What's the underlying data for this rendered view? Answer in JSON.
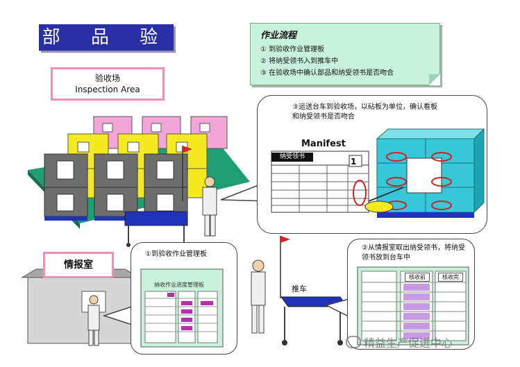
{
  "title": "部 品 验 收",
  "workflow": {
    "title": "作业流程",
    "steps": [
      "① 到验收作业管理板",
      "② 将纳受领书入到推车中",
      "③ 在验收场中确认部品和纳受领书是否吻合"
    ]
  },
  "inspection_area": {
    "label_zh": "验收场",
    "label_en": "Inspection  Area"
  },
  "info_office": {
    "label": "情报室"
  },
  "bubble3": {
    "text_line1": "③运送台车到验收场，以砧板为单位，确认看板",
    "text_line2": "和纳受领书是否吻合",
    "manifest_title": "Manifest",
    "receipt_tag": "纳受领书",
    "doc_number": "1"
  },
  "bubble1": {
    "text": "①到验收作业管理板",
    "board_title": "纳收作业进度管理板"
  },
  "bubble2": {
    "text_line1": "②从情报室取出纳受领书，将纳受",
    "text_line2": "领书放到台车中",
    "col1": "核收前",
    "col2": "核收完"
  },
  "cart": {
    "label": "推车"
  },
  "watermark": "精益生产促进中心",
  "colors": {
    "title_bg": "#2b2fa6",
    "card_bg": "#c9f2dc",
    "label_border": "#f08fb2",
    "floor": "#1f9e73",
    "pallet": "#2233bb",
    "box_cyan": "#36c8d8"
  }
}
